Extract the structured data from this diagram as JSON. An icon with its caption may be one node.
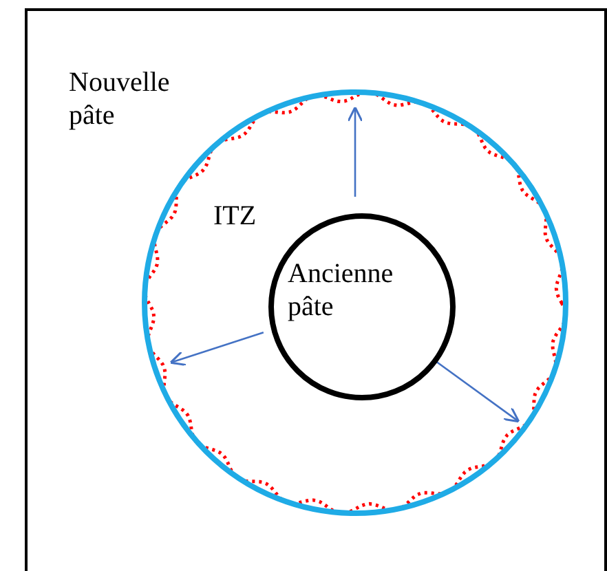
{
  "diagram": {
    "nodes": [
      {
        "text": [
          "ITZ"
        ]
      },
      {
        "text": [
          "Ancienne pâte"
        ],
        "in": 0
      }
    ],
    "edges": [
      {
        "from": 1,
        "to": 0,
        "arrow": "to"
      },
      {
        "from": 1,
        "to": 0,
        "arrow": "to"
      },
      {
        "from": 1,
        "to": 0,
        "arrow": "to"
      }
    ],
    "labels": [
      "Nouvelle pâte"
    ]
  }
}
